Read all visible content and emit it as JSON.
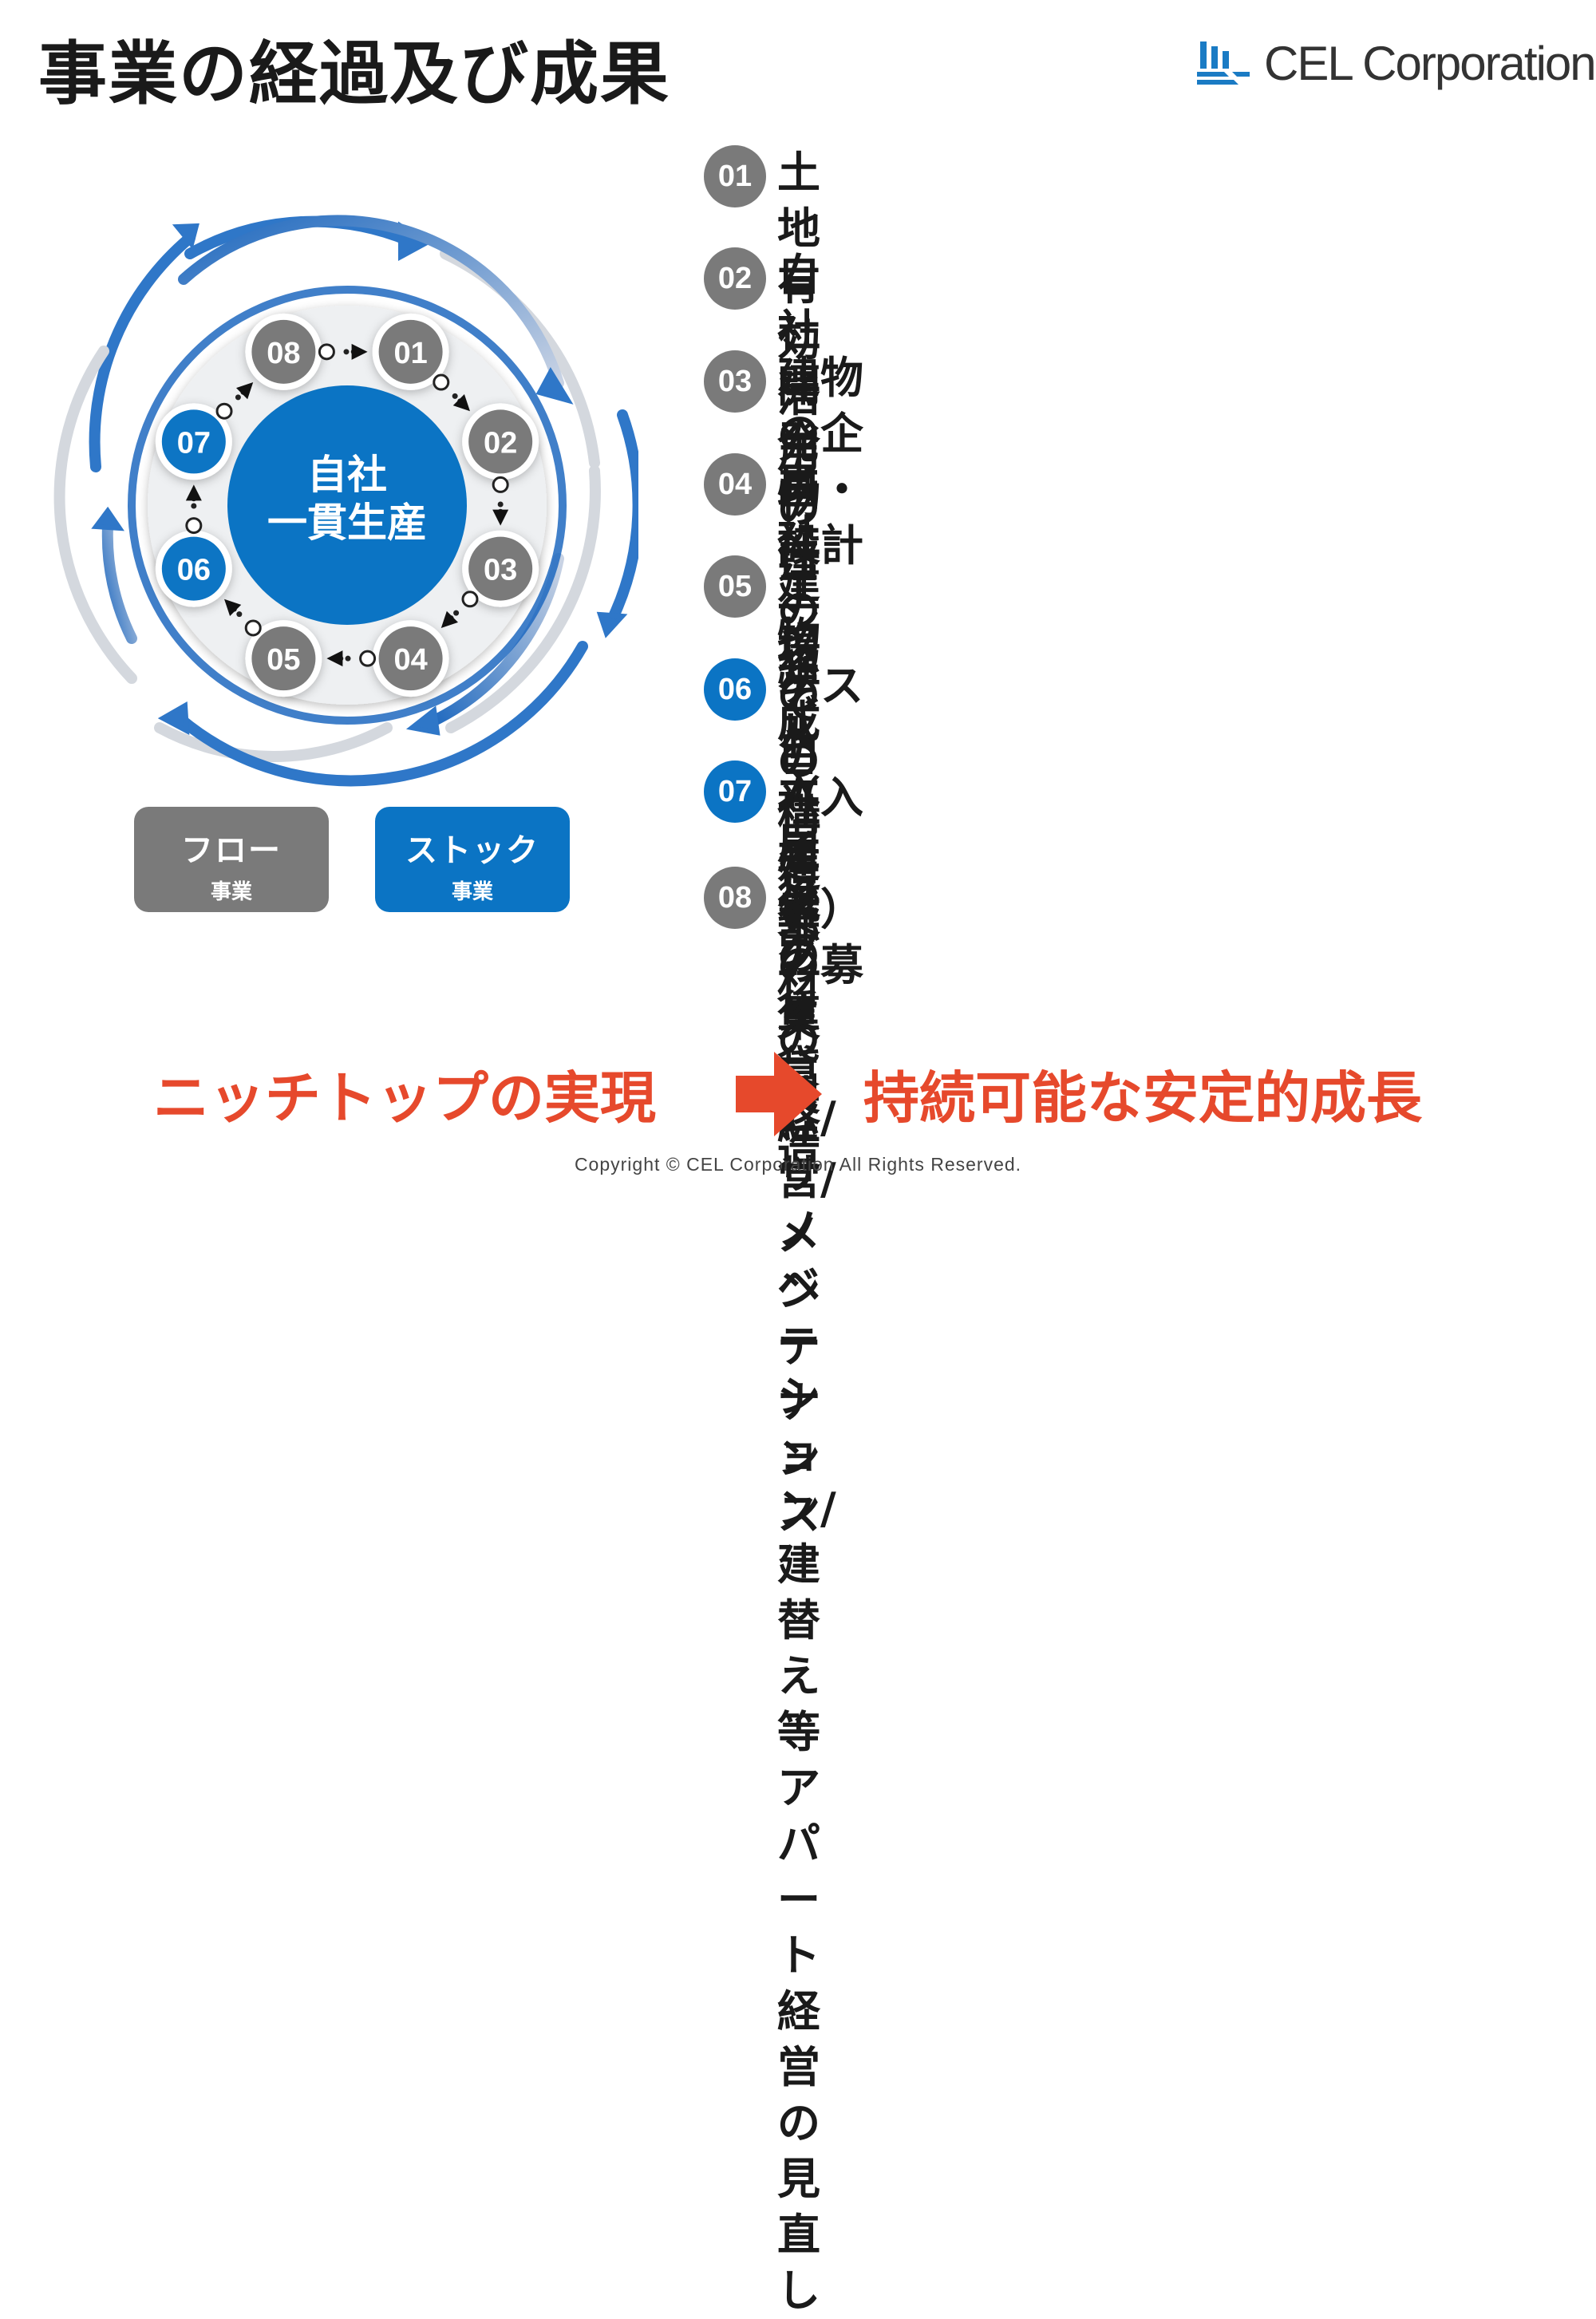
{
  "title": "事業の経過及び成果",
  "logo": {
    "name": "CEL Corporation"
  },
  "colors": {
    "blue": "#0b74c4",
    "gray": "#7a7a7a",
    "accent": "#e6492c",
    "ring_light": "#d4d8de"
  },
  "diagram": {
    "center_label_line1": "自社",
    "center_label_line2": "一貫生産",
    "nodes": [
      {
        "label": "01",
        "color": "gray"
      },
      {
        "label": "02",
        "color": "gray"
      },
      {
        "label": "03",
        "color": "gray"
      },
      {
        "label": "04",
        "color": "gray"
      },
      {
        "label": "05",
        "color": "gray"
      },
      {
        "label": "06",
        "color": "blue"
      },
      {
        "label": "07",
        "color": "blue"
      },
      {
        "label": "08",
        "color": "gray"
      }
    ],
    "flow_box": {
      "label": "フロー",
      "sub": "事業"
    },
    "stock_box": {
      "label": "ストック",
      "sub": "事業"
    }
  },
  "items": [
    {
      "num": "01",
      "text": "土地有効活用のコンサルティング",
      "color": "gray"
    },
    {
      "num": "02",
      "text": "自社開発物件の組成",
      "color": "gray"
    },
    {
      "num": "03",
      "text": "建物の企画・設計",
      "color": "gray"
    },
    {
      "num": "04",
      "text": "自社工場での構造部材の製造",
      "color": "gray"
    },
    {
      "num": "05",
      "text": "建物の自社建築",
      "color": "gray"
    },
    {
      "num": "06",
      "text": "ゲスト（入居者）の募集",
      "color": "blue"
    },
    {
      "num": "07",
      "text": "入居後の賃貸経営/メンテナンス",
      "color": "blue"
    },
    {
      "num": "08",
      "text": "リフォーム/リノベーション/建替え等\nアパート経営の見直し",
      "color": "gray"
    }
  ],
  "slogan": {
    "left": "ニッチトップの実現",
    "right": "持続可能な安定的成長"
  },
  "copyright": "Copyright © CEL Corporation All Rights Reserved."
}
